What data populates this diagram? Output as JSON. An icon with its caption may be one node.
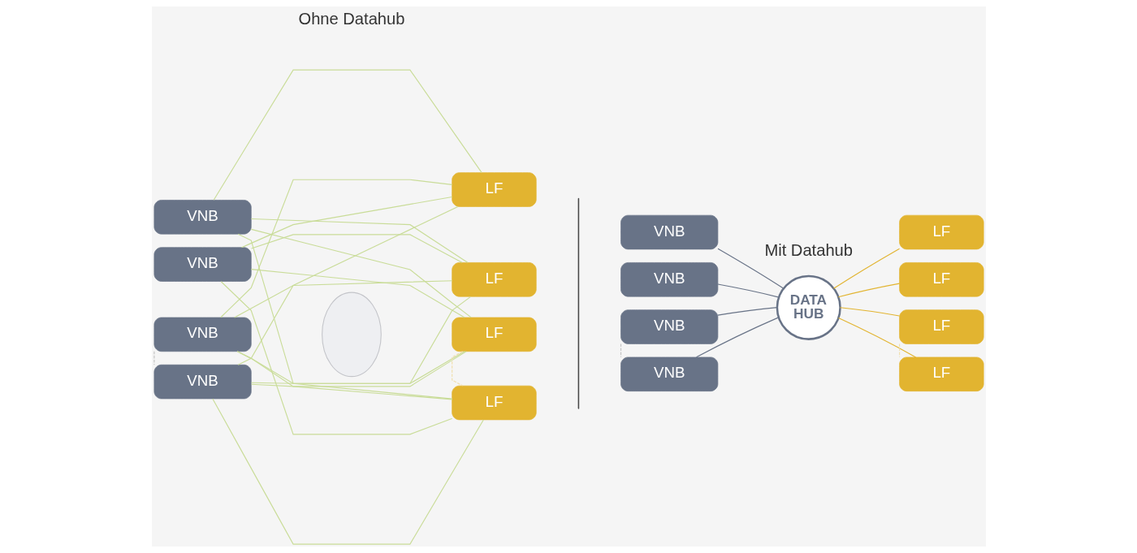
{
  "diagram": {
    "nodes": [
      {
        "text": [
          "VNB"
        ]
      },
      {
        "text": [
          "VNB"
        ]
      },
      {
        "text": [
          "VNB"
        ]
      },
      {
        "text": [
          "VNB"
        ]
      },
      {
        "text": [],
        "shape": "cloud"
      },
      {
        "text": [
          "LF"
        ]
      },
      {
        "text": [
          "LF"
        ]
      },
      {
        "text": [
          "LF"
        ]
      },
      {
        "text": [
          "LF"
        ]
      },
      {
        "text": [
          "VNB"
        ]
      },
      {
        "text": [
          "VNB"
        ]
      },
      {
        "text": [
          "VNB"
        ]
      },
      {
        "text": [
          "VNB"
        ]
      },
      {
        "text": [
          "DATA HUB"
        ]
      },
      {
        "text": [
          "LF"
        ]
      },
      {
        "text": [
          "LF"
        ]
      },
      {
        "text": [
          "LF"
        ]
      },
      {
        "text": [
          "LF"
        ]
      }
    ],
    "edges": [
      {
        "from": 0,
        "to": 5,
        "arrow": "none"
      },
      {
        "from": 0,
        "to": 6,
        "arrow": "none"
      },
      {
        "from": 0,
        "to": 7,
        "arrow": "none"
      },
      {
        "from": 0,
        "to": 8,
        "arrow": "none"
      },
      {
        "from": 1,
        "to": 5,
        "arrow": "none"
      },
      {
        "from": 1,
        "to": 6,
        "arrow": "none"
      },
      {
        "from": 1,
        "to": 7,
        "arrow": "none"
      },
      {
        "from": 1,
        "to": 8,
        "arrow": "none"
      },
      {
        "from": 2,
        "to": 5,
        "arrow": "none"
      },
      {
        "from": 2,
        "to": 6,
        "arrow": "none"
      },
      {
        "from": 2,
        "to": 7,
        "arrow": "none"
      },
      {
        "from": 2,
        "to": 8,
        "arrow": "none"
      },
      {
        "from": 3,
        "to": 5,
        "arrow": "none"
      },
      {
        "from": 3,
        "to": 6,
        "arrow": "none"
      },
      {
        "from": 3,
        "to": 7,
        "arrow": "none"
      },
      {
        "from": 3,
        "to": 8,
        "arrow": "none"
      },
      {
        "from": 2,
        "to": 3,
        "arrow": "none",
        "style": "dashed",
        "color": "#c4c4c4"
      },
      {
        "from": 7,
        "to": 8,
        "arrow": "none",
        "style": "dashed",
        "color": "#f0dfae"
      },
      {
        "from": 9,
        "to": 13,
        "arrow": "none",
        "color": "#687387"
      },
      {
        "from": 10,
        "to": 13,
        "arrow": "none",
        "color": "#687387"
      },
      {
        "from": 11,
        "to": 13,
        "arrow": "none",
        "color": "#687387"
      },
      {
        "from": 12,
        "to": 13,
        "arrow": "none",
        "color": "#687387"
      },
      {
        "from": 13,
        "to": 14,
        "arrow": "none",
        "color": "#e2b430"
      },
      {
        "from": 13,
        "to": 15,
        "arrow": "none",
        "color": "#e2b430"
      },
      {
        "from": 13,
        "to": 16,
        "arrow": "none",
        "color": "#e2b430"
      },
      {
        "from": 13,
        "to": 17,
        "arrow": "none",
        "color": "#e2b430"
      },
      {
        "from": 11,
        "to": 12,
        "arrow": "none",
        "style": "dashed",
        "color": "#c4c4c4"
      },
      {
        "from": 16,
        "to": 17,
        "arrow": "none",
        "style": "dashed",
        "color": "#f0dfae"
      }
    ],
    "labels": [
      "Ohne Datahub",
      "Mit Datahub"
    ]
  }
}
